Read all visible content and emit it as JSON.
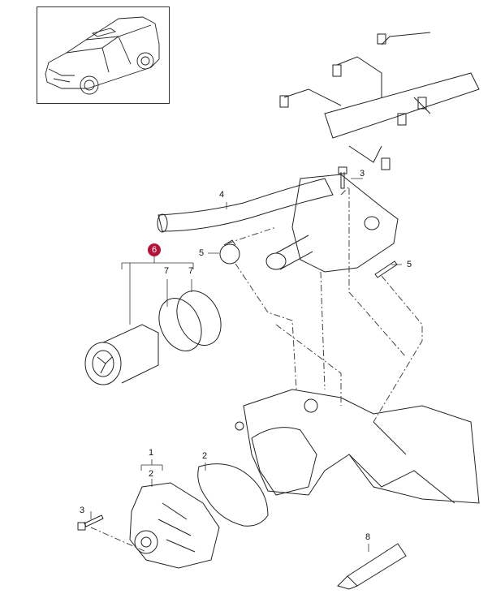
{
  "diagram": {
    "thumbnail": "vehicle-overview",
    "highlight_color": "#b5123a",
    "callouts": {
      "c1": "1",
      "c1_sub2": "2",
      "c2": "2",
      "c3_top": "3",
      "c3_bottom": "3",
      "c4": "4",
      "c5_left": "5",
      "c5_right": "5",
      "c6": "6",
      "c7_left": "7",
      "c7_right": "7",
      "c8": "8"
    }
  }
}
